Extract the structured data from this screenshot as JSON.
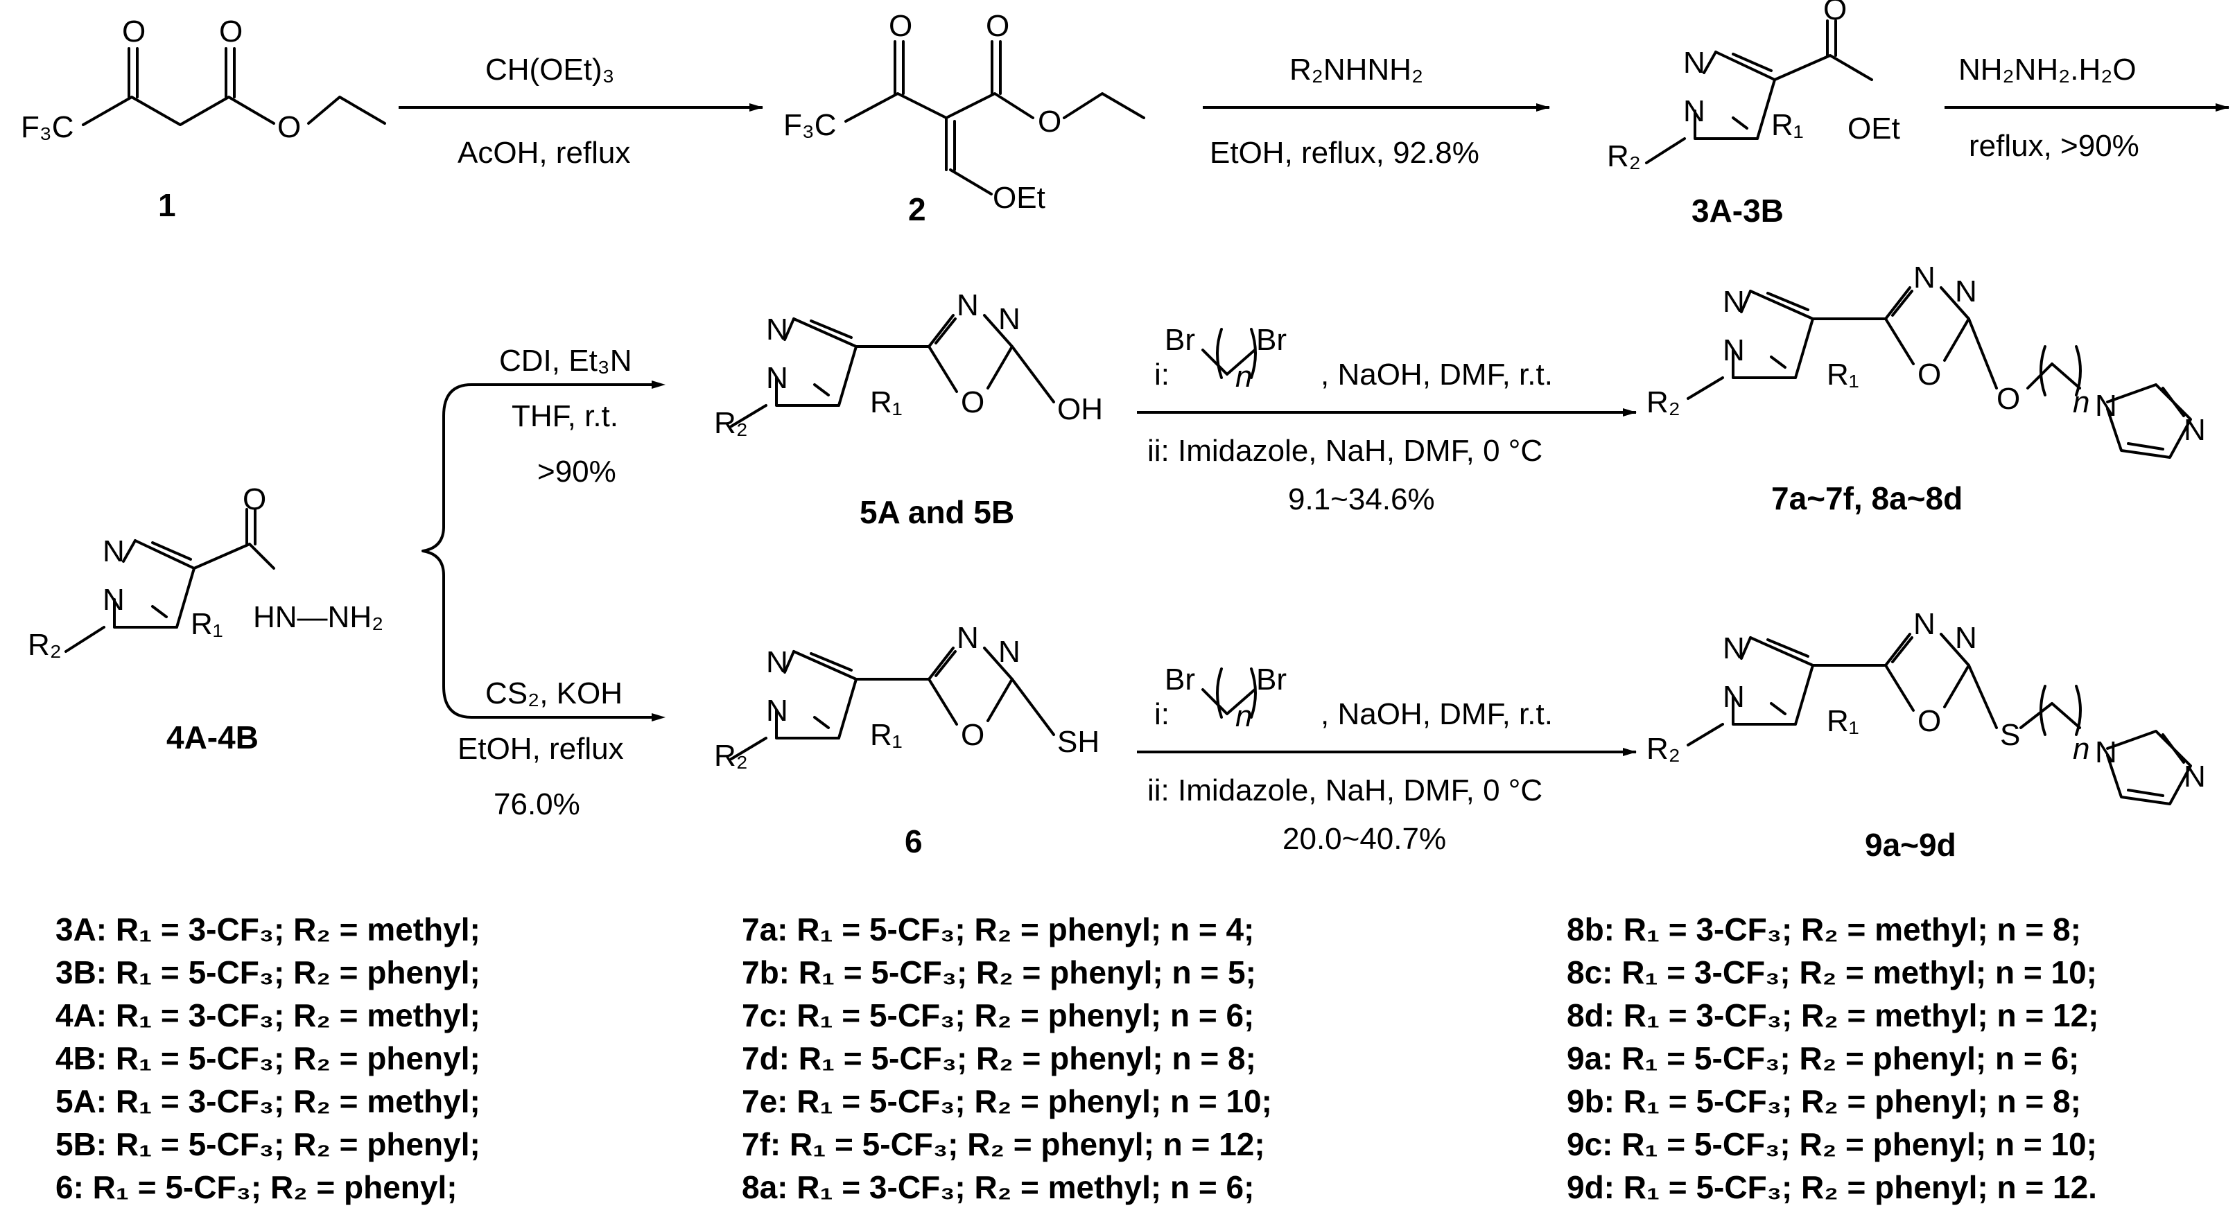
{
  "compound_labels": {
    "c1": "1",
    "c2": "2",
    "c3": "3A-3B",
    "c4": "4A-4B",
    "c5": "5A and 5B",
    "c6": "6",
    "c7": "7a~7f, 8a~8d",
    "c9": "9a~9d"
  },
  "atom_labels": {
    "o": "O",
    "n": "N",
    "f3c": "F₃C",
    "oet": "OEt",
    "oh": "OH",
    "sh": "SH",
    "s": "S",
    "r1": "R₁",
    "r2": "R₂",
    "hn_nh2": "HN—NH₂",
    "n_sub": "n",
    "br": "Br"
  },
  "conditions": {
    "step1_top": "CH(OEt)₃",
    "step1_bottom": "AcOH, reflux",
    "step2_top": "R₂NHNH₂",
    "step2_bottom": "EtOH, reflux, 92.8%",
    "step3_top": "NH₂NH₂.H₂O",
    "step3_bottom": "reflux, >90%",
    "step4a_1": "CDI, Et₃N",
    "step4a_2": "THF, r.t.",
    "step4a_3": ">90%",
    "step4b_1": "CS₂, KOH",
    "step4b_2": "EtOH, reflux",
    "step4b_3": "76.0%",
    "step5_i_prefix": "i:",
    "step5_i_suffix": ", NaOH, DMF, r.t.",
    "step5_ii": "ii: Imidazole, NaH, DMF, 0 °C",
    "step5a_yield": "9.1~34.6%",
    "step5b_yield": "20.0~40.7%"
  },
  "legend": {
    "col1": [
      "3A: R₁ = 3-CF₃; R₂ = methyl;",
      "3B: R₁ = 5-CF₃; R₂ = phenyl;",
      "4A: R₁ = 3-CF₃; R₂ = methyl;",
      "4B: R₁ = 5-CF₃; R₂ = phenyl;",
      "5A: R₁ = 3-CF₃; R₂ = methyl;",
      "5B: R₁ = 5-CF₃; R₂ = phenyl;",
      "6: R₁ = 5-CF₃; R₂ = phenyl;"
    ],
    "col2": [
      "7a: R₁ = 5-CF₃; R₂ = phenyl; n = 4;",
      "7b: R₁ = 5-CF₃; R₂ = phenyl; n = 5;",
      "7c: R₁ = 5-CF₃; R₂ = phenyl; n = 6;",
      "7d: R₁ = 5-CF₃; R₂ = phenyl; n = 8;",
      "7e: R₁ = 5-CF₃; R₂ = phenyl; n = 10;",
      "7f: R₁ = 5-CF₃; R₂ = phenyl; n = 12;",
      "8a: R₁ = 3-CF₃; R₂ = methyl; n = 6;"
    ],
    "col3": [
      "8b: R₁ = 3-CF₃; R₂ = methyl; n = 8;",
      "8c: R₁ = 3-CF₃; R₂ = methyl; n = 10;",
      "8d: R₁ = 3-CF₃; R₂ = methyl; n = 12;",
      "9a: R₁ = 5-CF₃; R₂ = phenyl; n = 6;",
      "9b: R₁ = 5-CF₃; R₂ = phenyl; n = 8;",
      "9c: R₁ = 5-CF₃; R₂ = phenyl; n = 10;",
      "9d: R₁ = 5-CF₃; R₂ = phenyl; n = 12."
    ]
  }
}
